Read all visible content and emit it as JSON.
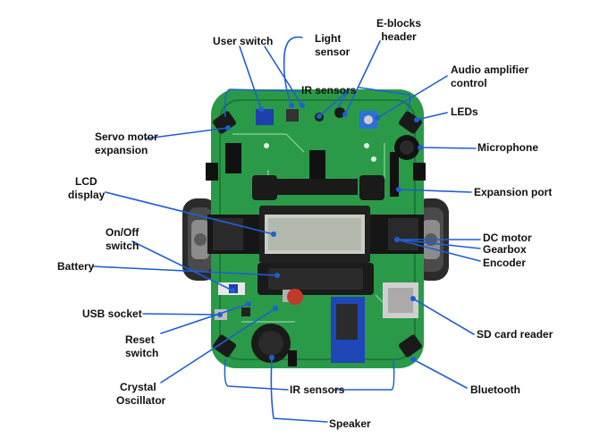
{
  "colors": {
    "leader": "#1f5fd1",
    "board": "#2a9a48",
    "board_dark": "#1c7a36",
    "label_text": "#111111"
  },
  "labels": {
    "user_switch": "User switch",
    "light_sensor_1": "Light",
    "light_sensor_2": "sensor",
    "eblocks_1": "E-blocks",
    "eblocks_2": "header",
    "ir_sensors_top": "IR sensors",
    "audio_amp_1": "Audio amplifier",
    "audio_amp_2": "control",
    "leds": "LEDs",
    "servo_1": "Servo motor",
    "servo_2": "expansion",
    "microphone": "Microphone",
    "lcd_1": "LCD",
    "lcd_2": "display",
    "expansion_port": "Expansion port",
    "onoff_1": "On/Off",
    "onoff_2": "switch",
    "dc_motor": "DC motor",
    "gearbox": "Gearbox",
    "encoder": "Encoder",
    "battery": "Battery",
    "usb_socket": "USB socket",
    "reset_1": "Reset",
    "reset_2": "switch",
    "sd_card": "SD card reader",
    "crystal_1": "Crystal",
    "crystal_2": "Oscillator",
    "ir_sensors_bottom": "IR sensors",
    "bluetooth": "Bluetooth",
    "speaker": "Speaker"
  }
}
